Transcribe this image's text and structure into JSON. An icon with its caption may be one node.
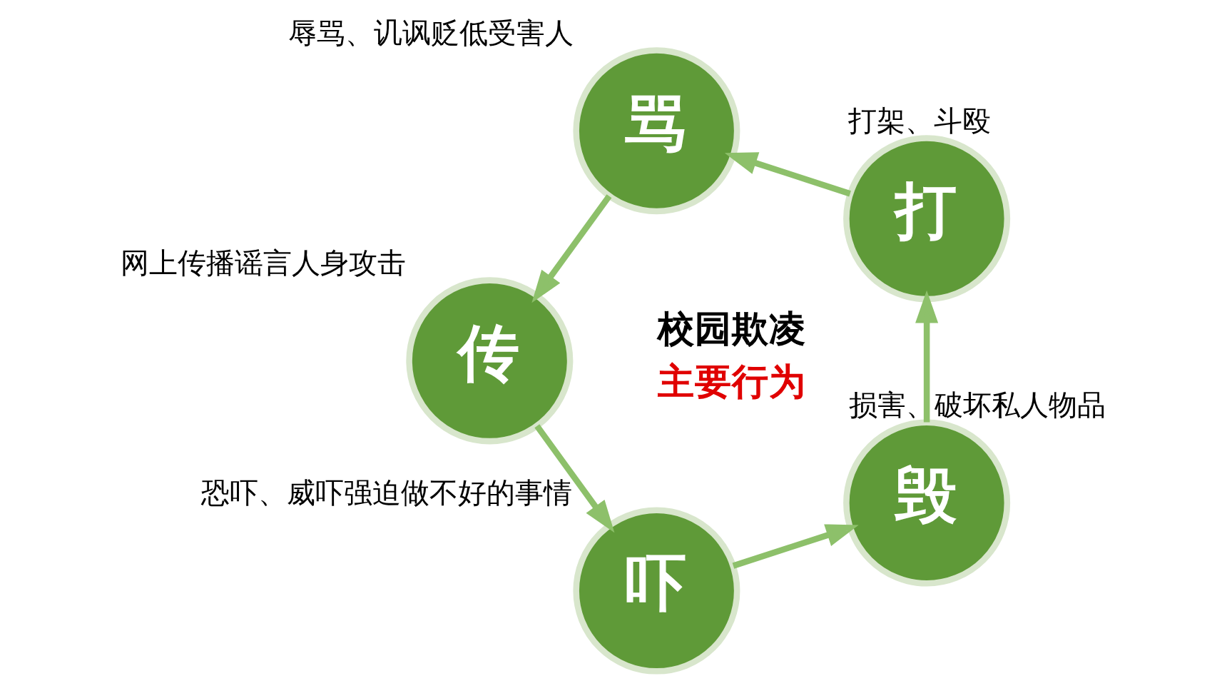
{
  "diagram": {
    "nodes": [
      {
        "text": [
          "打"
        ],
        "beside": [
          "打架、斗殴"
        ]
      },
      {
        "text": [
          "骂"
        ],
        "beside": [
          "辱骂、讥讽贬低受害人"
        ]
      },
      {
        "text": [
          "传"
        ],
        "beside": [
          "网上传播谣言人身攻击"
        ]
      },
      {
        "text": [
          "吓"
        ],
        "beside": [
          "恐吓、威吓强迫做不好的事情"
        ]
      },
      {
        "text": [
          "毁"
        ],
        "beside": [
          "损害、破坏私人物品"
        ]
      }
    ],
    "edges": [
      {
        "from": 0,
        "to": 1,
        "arrow": "to"
      },
      {
        "from": 1,
        "to": 2,
        "arrow": "to"
      },
      {
        "from": 2,
        "to": 3,
        "arrow": "to"
      },
      {
        "from": 3,
        "to": 4,
        "arrow": "to"
      },
      {
        "from": 4,
        "to": 0,
        "arrow": "to"
      }
    ],
    "labels": [
      "校园欺凌",
      "主要行为"
    ]
  }
}
